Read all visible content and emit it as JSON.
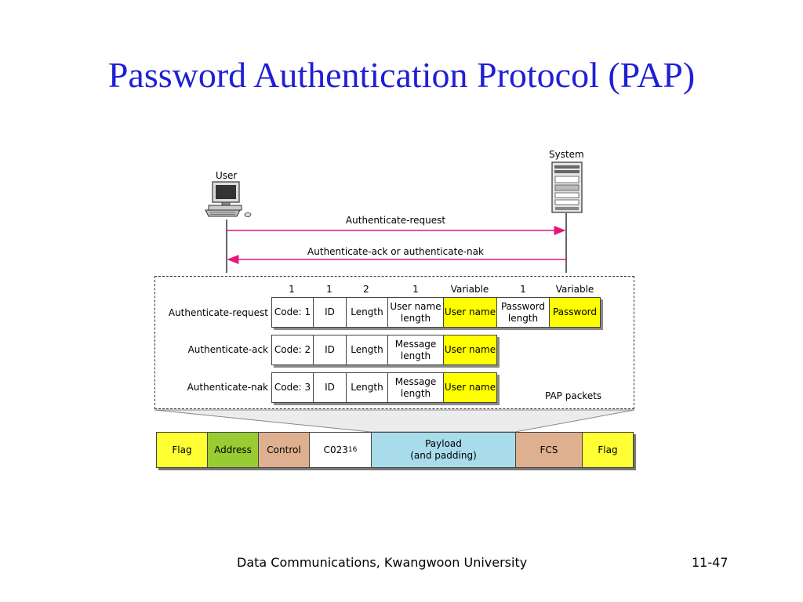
{
  "title": "Password Authentication Protocol (PAP)",
  "actors": {
    "user": "User",
    "system": "System"
  },
  "messages": {
    "request": "Authenticate-request",
    "response": "Authenticate-ack or authenticate-nak"
  },
  "packet_table": {
    "column_sizes": [
      "1",
      "1",
      "2",
      "1",
      "Variable",
      "1",
      "Variable"
    ],
    "rows": [
      {
        "label": "Authenticate-request",
        "code": "Code: 1",
        "id": "ID",
        "length": "Length",
        "f4": "User name length",
        "f5": "User name",
        "f6": "Password length",
        "f7": "Password"
      },
      {
        "label": "Authenticate-ack",
        "code": "Code: 2",
        "id": "ID",
        "length": "Length",
        "f4": "Message length",
        "f5": "User name"
      },
      {
        "label": "Authenticate-nak",
        "code": "Code: 3",
        "id": "ID",
        "length": "Length",
        "f4": "Message length",
        "f5": "User name"
      }
    ],
    "caption": "PAP packets"
  },
  "frame": {
    "fields": [
      {
        "label": "Flag",
        "color": "#ffff33"
      },
      {
        "label": "Address",
        "color": "#99cc33"
      },
      {
        "label": "Control",
        "color": "#deb08f"
      },
      {
        "label": "C023",
        "sub": "16",
        "color": "#ffffff"
      },
      {
        "label": "Payload\n(and padding)",
        "color": "#a8dcea"
      },
      {
        "label": "FCS",
        "color": "#deb08f"
      },
      {
        "label": "Flag",
        "color": "#ffff33"
      }
    ]
  },
  "footer": {
    "course": "Data Communications, Kwangwoon University",
    "page": "11-47"
  }
}
